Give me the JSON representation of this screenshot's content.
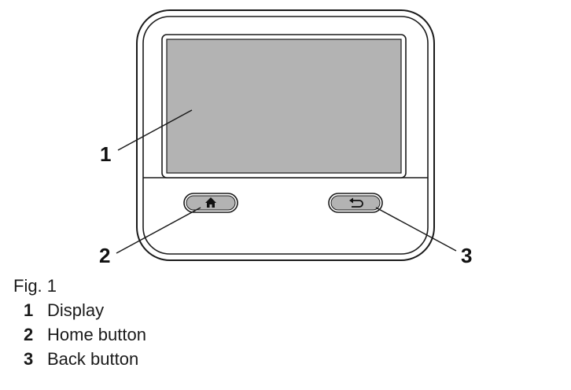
{
  "callouts": [
    {
      "number": "1",
      "label": "Display"
    },
    {
      "number": "2",
      "label": "Home button"
    },
    {
      "number": "3",
      "label": "Back button"
    }
  ],
  "caption": "Fig. 1",
  "icons": {
    "home": "home-icon",
    "back": "back-arrow-icon"
  },
  "colors": {
    "screen": "#b3b3b3",
    "outline": "#1a1a1a"
  }
}
